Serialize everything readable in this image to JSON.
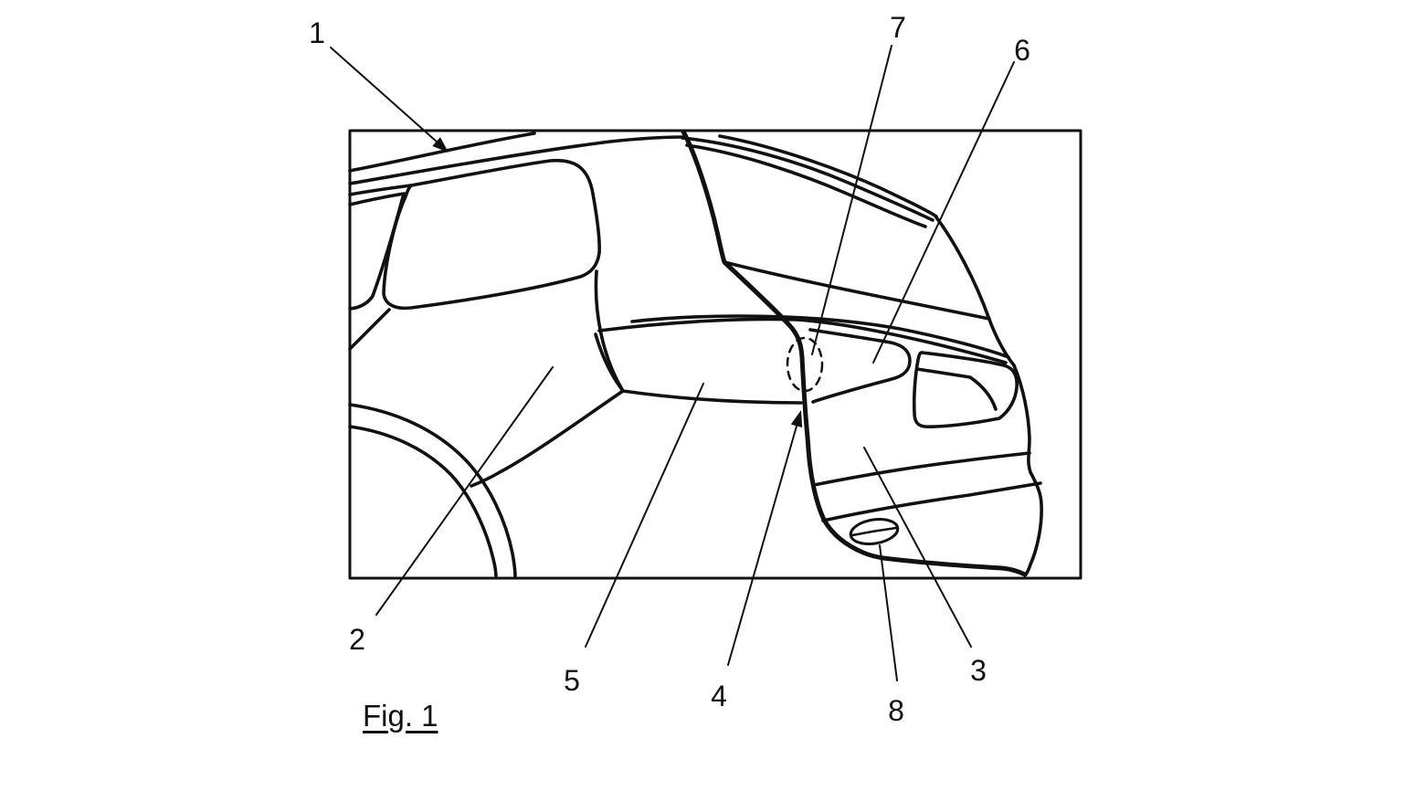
{
  "figure": {
    "caption": "Fig. 1"
  },
  "labels": [
    "1",
    "2",
    "3",
    "4",
    "5",
    "6",
    "7",
    "8"
  ],
  "colors": {
    "line": "#111111",
    "background": "#ffffff"
  }
}
